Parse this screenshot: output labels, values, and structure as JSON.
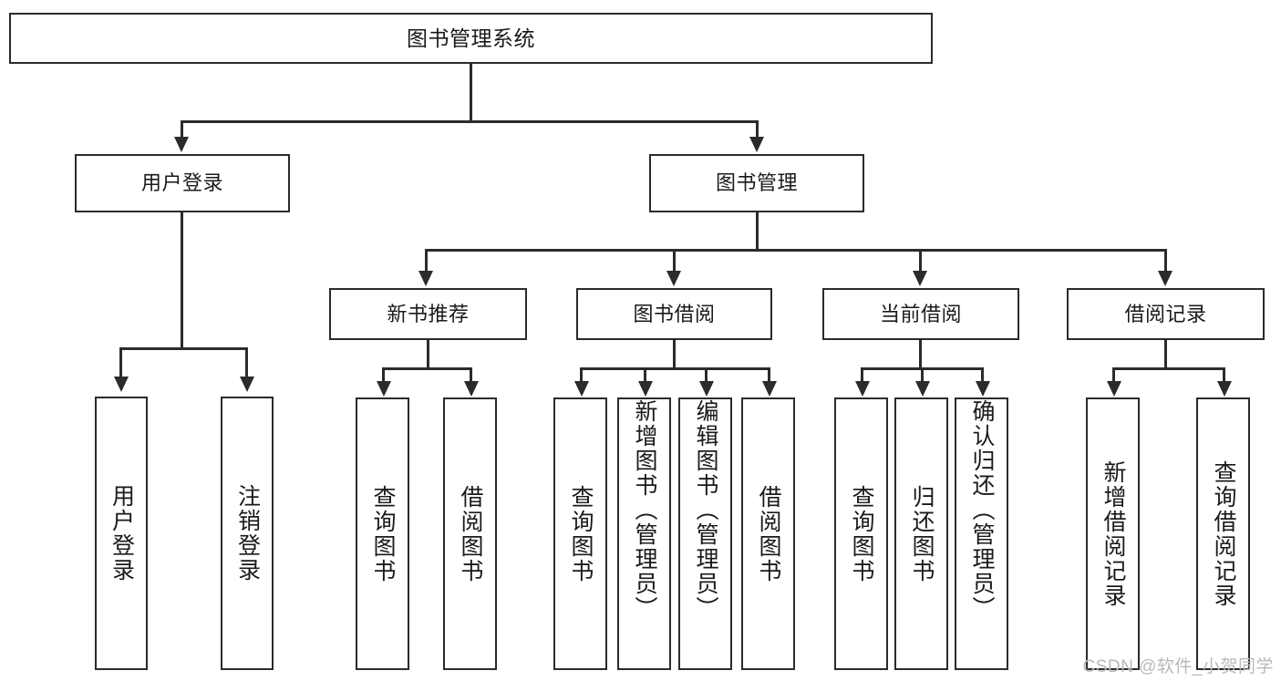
{
  "diagram": {
    "title": "图书管理系统",
    "type": "tree-hierarchy",
    "orientation": "top-down",
    "root": {
      "label": "图书管理系统"
    },
    "level2": [
      {
        "label": "用户登录"
      },
      {
        "label": "图书管理"
      }
    ],
    "level3": [
      {
        "label": "新书推荐"
      },
      {
        "label": "图书借阅"
      },
      {
        "label": "当前借阅"
      },
      {
        "label": "借阅记录"
      }
    ],
    "leaves": {
      "user_login": [
        {
          "label": "用户登录"
        },
        {
          "label": "注销登录"
        }
      ],
      "new_book_recommend": [
        {
          "label": "查询图书"
        },
        {
          "label": "借阅图书"
        }
      ],
      "book_borrow": [
        {
          "label": "查询图书"
        },
        {
          "label": "新增图书（管理员）"
        },
        {
          "label": "编辑图书（管理员）"
        },
        {
          "label": "借阅图书"
        }
      ],
      "current_borrow": [
        {
          "label": "查询图书"
        },
        {
          "label": "归还图书"
        },
        {
          "label": "确认归还（管理员）"
        }
      ],
      "borrow_record": [
        {
          "label": "新增借阅记录"
        },
        {
          "label": "查询借阅记录"
        }
      ]
    }
  },
  "watermark": {
    "text": "CSDN @软件_小贺同学"
  },
  "colors": {
    "stroke": "#2b2b2b",
    "fill": "#ffffff",
    "text": "#1a1a1a",
    "watermark": "#b9b9b9"
  }
}
